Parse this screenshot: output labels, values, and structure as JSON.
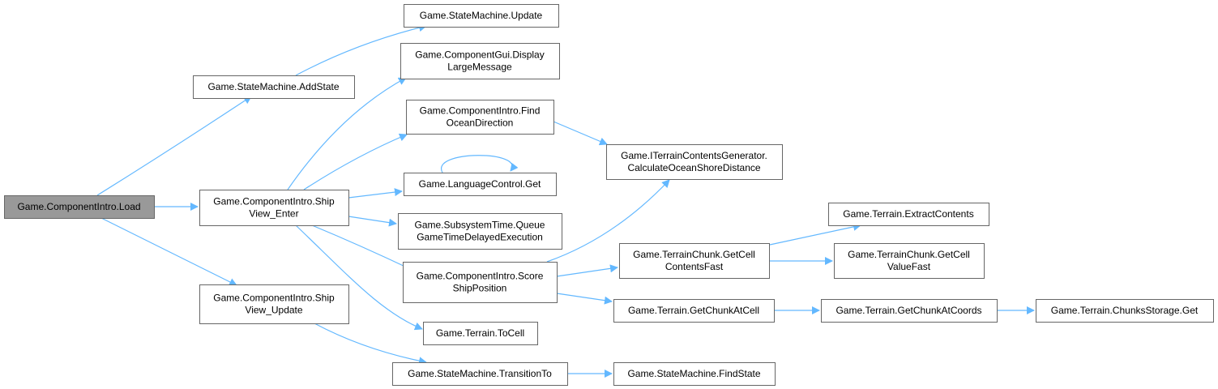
{
  "title": "Call graph of Game.ComponentIntro.Load",
  "colors": {
    "edge": "#63b8ff",
    "root_fill": "#999999",
    "node_border": "#666666"
  },
  "nodes": [
    {
      "id": "load",
      "lines": [
        "Game.ComponentIntro.Load"
      ],
      "root": true
    },
    {
      "id": "addstate",
      "lines": [
        "Game.StateMachine.AddState"
      ]
    },
    {
      "id": "enter",
      "lines": [
        "Game.ComponentIntro.Ship",
        "View_Enter"
      ]
    },
    {
      "id": "update",
      "lines": [
        "Game.ComponentIntro.Ship",
        "View_Update"
      ]
    },
    {
      "id": "smupdate",
      "lines": [
        "Game.StateMachine.Update"
      ]
    },
    {
      "id": "display",
      "lines": [
        "Game.ComponentGui.Display",
        "LargeMessage"
      ]
    },
    {
      "id": "findocean",
      "lines": [
        "Game.ComponentIntro.Find",
        "OceanDirection"
      ]
    },
    {
      "id": "langget",
      "lines": [
        "Game.LanguageControl.Get"
      ]
    },
    {
      "id": "subsys",
      "lines": [
        "Game.SubsystemTime.Queue",
        "GameTimeDelayedExecution"
      ]
    },
    {
      "id": "score",
      "lines": [
        "Game.ComponentIntro.Score",
        "ShipPosition"
      ]
    },
    {
      "id": "tocell",
      "lines": [
        "Game.Terrain.ToCell"
      ]
    },
    {
      "id": "transition",
      "lines": [
        "Game.StateMachine.TransitionTo"
      ]
    },
    {
      "id": "calc",
      "lines": [
        "Game.ITerrainContentsGenerator.",
        "CalculateOceanShoreDistance"
      ]
    },
    {
      "id": "contents",
      "lines": [
        "Game.TerrainChunk.GetCell",
        "ContentsFast"
      ]
    },
    {
      "id": "chunkcell",
      "lines": [
        "Game.Terrain.GetChunkAtCell"
      ]
    },
    {
      "id": "findstate",
      "lines": [
        "Game.StateMachine.FindState"
      ]
    },
    {
      "id": "extract",
      "lines": [
        "Game.Terrain.ExtractContents"
      ]
    },
    {
      "id": "value",
      "lines": [
        "Game.TerrainChunk.GetCell",
        "ValueFast"
      ]
    },
    {
      "id": "coords",
      "lines": [
        "Game.Terrain.GetChunkAtCoords"
      ]
    },
    {
      "id": "storage",
      "lines": [
        "Game.Terrain.ChunksStorage.Get"
      ]
    }
  ],
  "edges": [
    [
      "load",
      "addstate"
    ],
    [
      "load",
      "enter"
    ],
    [
      "load",
      "update"
    ],
    [
      "addstate",
      "smupdate"
    ],
    [
      "enter",
      "display"
    ],
    [
      "enter",
      "findocean"
    ],
    [
      "enter",
      "langget"
    ],
    [
      "enter",
      "subsys"
    ],
    [
      "enter",
      "score"
    ],
    [
      "enter",
      "tocell"
    ],
    [
      "langget",
      "langget"
    ],
    [
      "findocean",
      "calc"
    ],
    [
      "score",
      "calc"
    ],
    [
      "score",
      "contents"
    ],
    [
      "score",
      "chunkcell"
    ],
    [
      "contents",
      "extract"
    ],
    [
      "contents",
      "value"
    ],
    [
      "chunkcell",
      "coords"
    ],
    [
      "coords",
      "storage"
    ],
    [
      "update",
      "transition"
    ],
    [
      "transition",
      "findstate"
    ]
  ]
}
